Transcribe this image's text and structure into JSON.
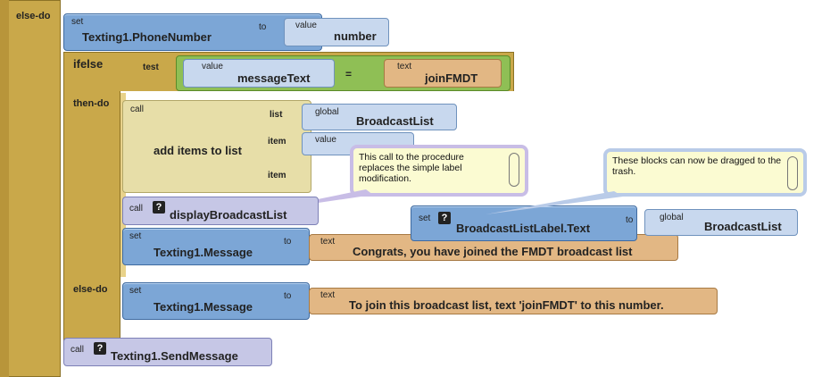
{
  "control": {
    "else_do_label": "else-do",
    "ifelse_label": "ifelse",
    "test_label": "test",
    "then_do_label": "then-do",
    "inner_else_do_label": "else-do"
  },
  "set_phone": {
    "set_label": "set",
    "component": "Texting1.PhoneNumber",
    "to_label": "to",
    "value_label": "value",
    "value_name": "number"
  },
  "compare": {
    "value_label": "value",
    "value_name": "messageText",
    "operator": "=",
    "text_label": "text",
    "text_value": "joinFMDT"
  },
  "add_items": {
    "call_label": "call",
    "title": "add items to list",
    "list_label": "list",
    "global_label": "global",
    "global_name": "BroadcastList",
    "item1_label": "item",
    "item1_value_label": "value",
    "item2_label": "item"
  },
  "display_call": {
    "call_label": "call",
    "help_icon": "?",
    "name": "displayBroadcastList"
  },
  "set_message_then": {
    "set_label": "set",
    "component": "Texting1.Message",
    "to_label": "to",
    "text_label": "text",
    "text_value": "Congrats, you have joined the FMDT broadcast list"
  },
  "set_message_else": {
    "set_label": "set",
    "component": "Texting1.Message",
    "to_label": "to",
    "text_label": "text",
    "text_value": "To join this broadcast list, text 'joinFMDT' to this number."
  },
  "send_call": {
    "call_label": "call",
    "help_icon": "?",
    "name": "Texting1.SendMessage"
  },
  "floating_set": {
    "set_label": "set",
    "help_icon": "?",
    "component": "BroadcastListLabel.Text",
    "to_label": "to",
    "global_label": "global",
    "global_name": "BroadcastList"
  },
  "comments": {
    "call_comment": "This call to the procedure replaces the simple label modification.",
    "trash_comment": "These blocks can now be dragged to the trash."
  },
  "colors": {
    "control": "#c9a84a",
    "setter": "#7ca6d6",
    "text": "#e2b784",
    "procedure": "#c6c7e6",
    "logic": "#a9cf6d",
    "comment": "#fbfbd2"
  }
}
